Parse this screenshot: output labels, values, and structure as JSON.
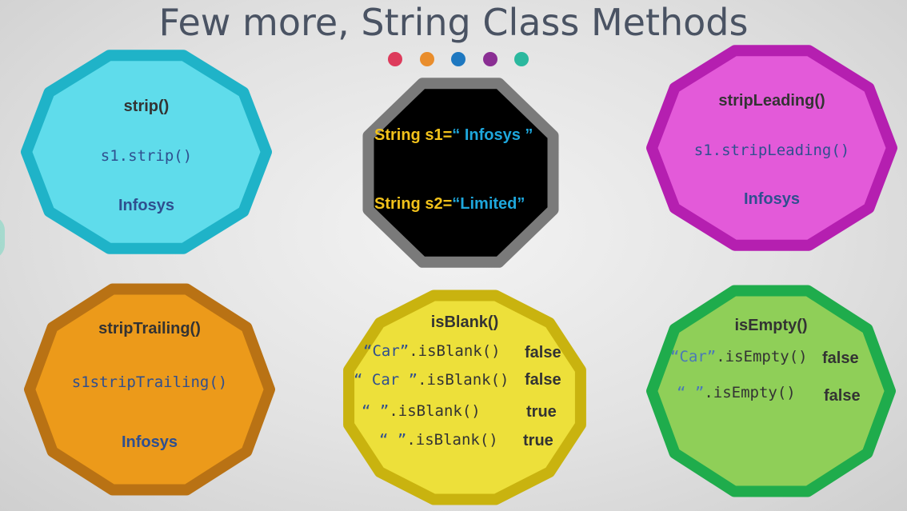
{
  "title": "Few more, String Class Methods",
  "dots": [
    "#dd3b5c",
    "#e98d2c",
    "#1e78c0",
    "#8a2e93",
    "#2bb89e"
  ],
  "cards": {
    "strip": {
      "heading": "strip()",
      "code": "s1.strip()",
      "result": "Infosys",
      "fill": "#5fdceb",
      "border": "#1fb3c8"
    },
    "center": {
      "line1_prefix": "String s1=",
      "line1_value": "“  Infosys   ”",
      "line2_prefix": "String s2=",
      "line2_value": "“Limited”",
      "fill": "#000000",
      "border": "#7a7a7a"
    },
    "stripLeading": {
      "heading": "stripLeading()",
      "code": "s1.stripLeading()",
      "result": "Infosys",
      "fill": "#e35ad9",
      "border": "#b51fb0"
    },
    "stripTrailing": {
      "heading": "stripTrailing()",
      "code": "s1stripTrailing()",
      "result": "Infosys",
      "fill": "#ec9a1a",
      "border": "#b97214"
    },
    "isBlank": {
      "heading": "isBlank()",
      "rows": [
        {
          "literal": "“Car”",
          "call": ".isBlank()",
          "result": "false"
        },
        {
          "literal": "“ Car ”",
          "call": ".isBlank()",
          "result": "false"
        },
        {
          "literal": "“    ”",
          "call": ".isBlank()",
          "result": "true"
        },
        {
          "literal": "“ ”",
          "call": ".isBlank()",
          "result": "true"
        }
      ],
      "fill": "#ede03a",
      "border": "#c9b30f"
    },
    "isEmpty": {
      "heading": "isEmpty()",
      "rows": [
        {
          "literal": "“Car”",
          "call": ".isEmpty()",
          "result": "false"
        },
        {
          "literal": "“  ”",
          "call": ".isEmpty()",
          "result": "false"
        }
      ],
      "fill": "#8fcf58",
      "border": "#1fac4c"
    }
  }
}
